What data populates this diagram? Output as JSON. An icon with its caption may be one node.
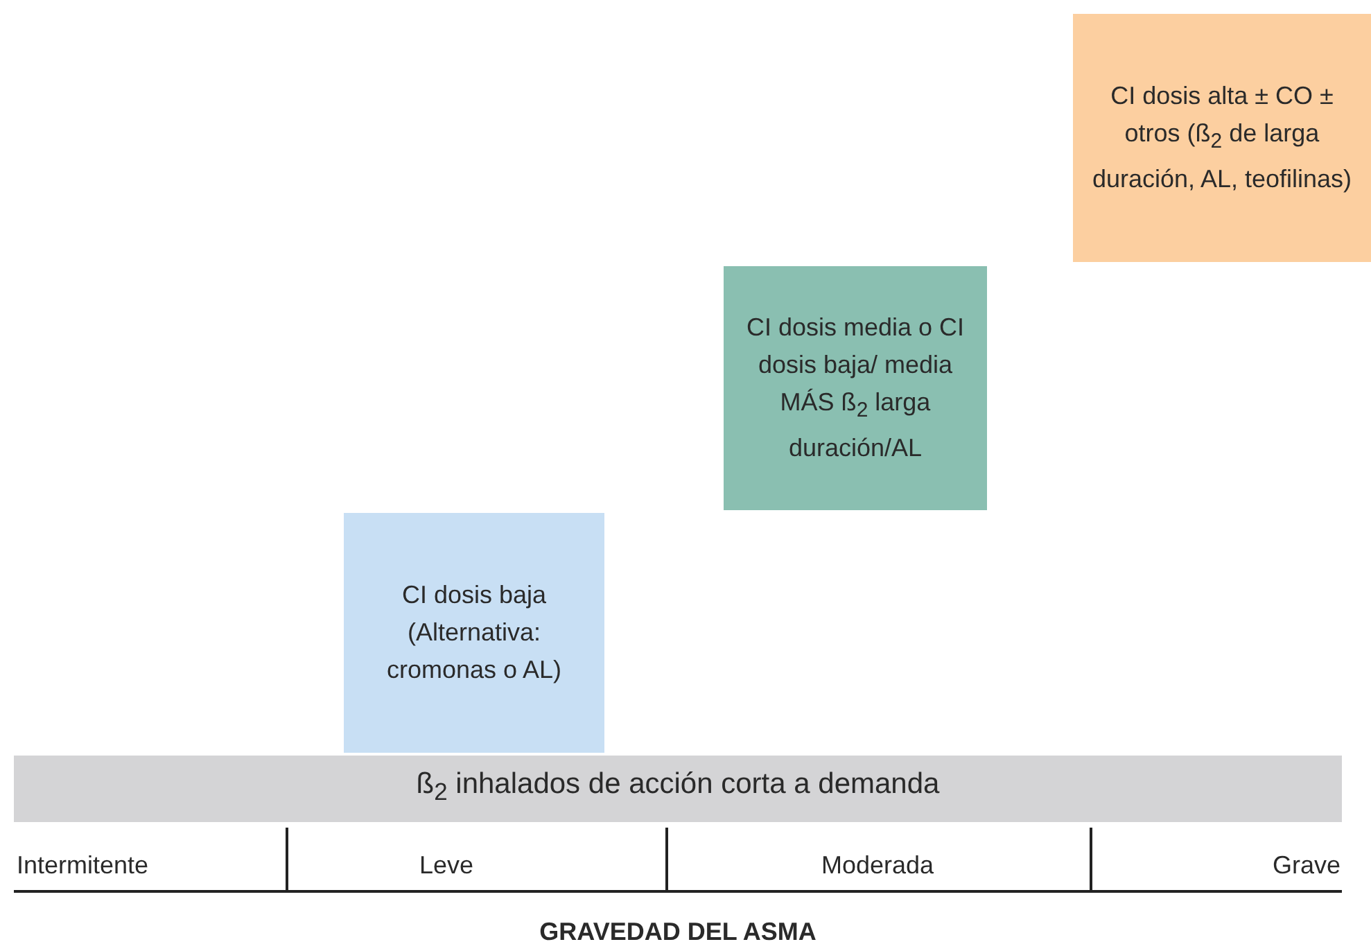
{
  "diagram": {
    "nodes": [
      {
        "text": [
          "CI dosis alta ± CO ± otros (ß$_{2}$ de larga duración, AL, teofilinas)"
        ]
      },
      {
        "text": [
          "CI dosis media o CI dosis baja/ media MÁS ß$_{2}$ larga duración/AL"
        ]
      },
      {
        "text": [
          "CI dosis baja (Alternativa: cromonas o AL)"
        ]
      },
      {
        "text": [
          "ß$_{2}$ inhalados de acción corta a demanda"
        ]
      }
    ],
    "edges": [],
    "labels": [
      "Intermitente",
      "Leve",
      "Moderada",
      "Grave",
      "GRAVEDAD DEL ASMA"
    ]
  }
}
